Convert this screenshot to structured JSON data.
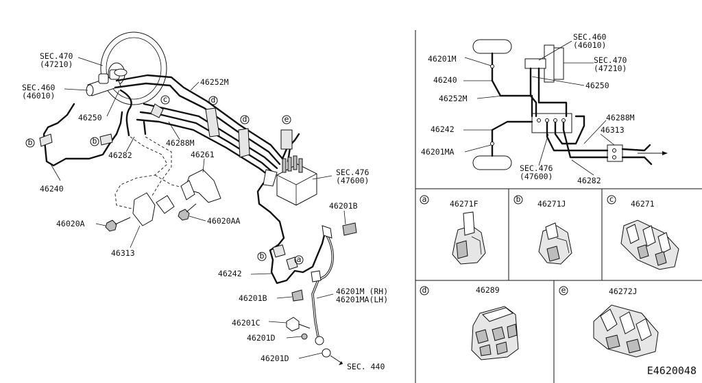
{
  "labels": {
    "sec470_a": "SEC.470",
    "sec470_b": "(47210)",
    "sec460_a": "SEC.460",
    "sec460_b": "(46010)",
    "p46250": "46250",
    "p46252M": "46252M",
    "p46288M": "46288M",
    "p46282": "46282",
    "p46240": "46240",
    "p46261": "46261",
    "sec476_a": "SEC.476",
    "sec476_b": "(47600)",
    "p46020A": "46020A",
    "p46020AA": "46020AA",
    "p46313": "46313",
    "p46201B_a": "46201B",
    "p46242": "46242",
    "p46201B_b": "46201B",
    "p46201M_rh": "46201M (RH)",
    "p46201MA_lh": "46201MA(LH)",
    "p46201C": "46201C",
    "p46201D_a": "46201D",
    "p46201D_b": "46201D",
    "sec440": "SEC. 440"
  },
  "schematic": {
    "sec460_a": "SEC.460",
    "sec460_b": "(46010)",
    "sec470_a": "SEC.470",
    "sec470_b": "(47210)",
    "p46201M": "46201M",
    "p46240": "46240",
    "p46250": "46250",
    "p46252M": "46252M",
    "p46242": "46242",
    "p46201MA": "46201MA",
    "p46288M": "46288M",
    "p46313": "46313",
    "sec476_a": "SEC.476",
    "sec476_b": "(47600)",
    "p46282": "46282"
  },
  "clips": [
    {
      "letter": "a",
      "part": "46271F"
    },
    {
      "letter": "b",
      "part": "46271J"
    },
    {
      "letter": "c",
      "part": "46271"
    },
    {
      "letter": "d",
      "part": "46289"
    },
    {
      "letter": "e",
      "part": "46272J"
    }
  ],
  "markers": {
    "a": "a",
    "b": "b",
    "c": "c",
    "d": "d",
    "e": "e"
  },
  "diagram_id": "E4620048",
  "colors": {
    "ink": "#111111",
    "background": "#ffffff"
  }
}
